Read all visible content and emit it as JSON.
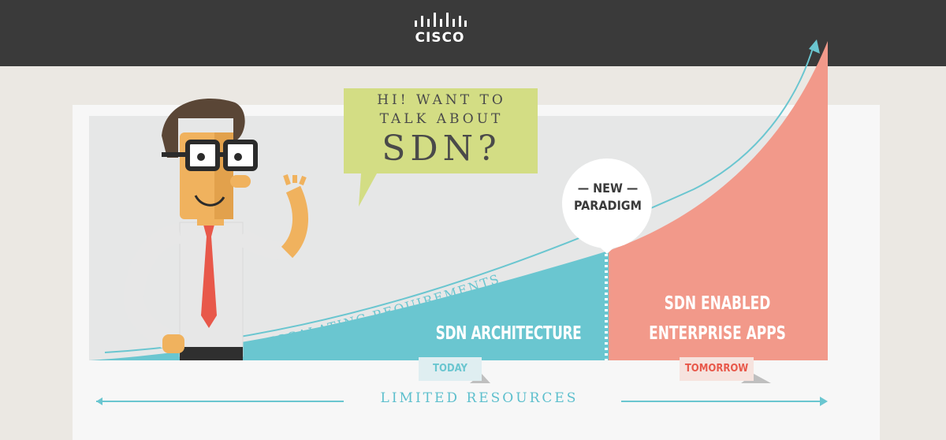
{
  "header": {
    "logo_text": "CISCO",
    "logo_icon": "cisco-bars-icon"
  },
  "speech_bubble": {
    "line1": "HI! WANT TO",
    "line2": "TALK ABOUT",
    "line3": "SDN?"
  },
  "milestone": {
    "line1": "— NEW —",
    "line2": "PARADIGM"
  },
  "curve_label": "ESCALATING REQUIREMENTS",
  "areas": {
    "architecture": "SDN ARCHITECTURE",
    "apps_line1": "SDN ENABLED",
    "apps_line2": "ENTERPRISE APPS"
  },
  "timeline": {
    "today": "TODAY",
    "tomorrow": "TOMORROW",
    "resources": "LIMITED RESOURCES"
  },
  "colors": {
    "header": "#3a3a3a",
    "teal": "#6ac6d0",
    "salmon": "#f2998a",
    "bubble": "#d3dd84",
    "red_accent": "#e8584a"
  }
}
